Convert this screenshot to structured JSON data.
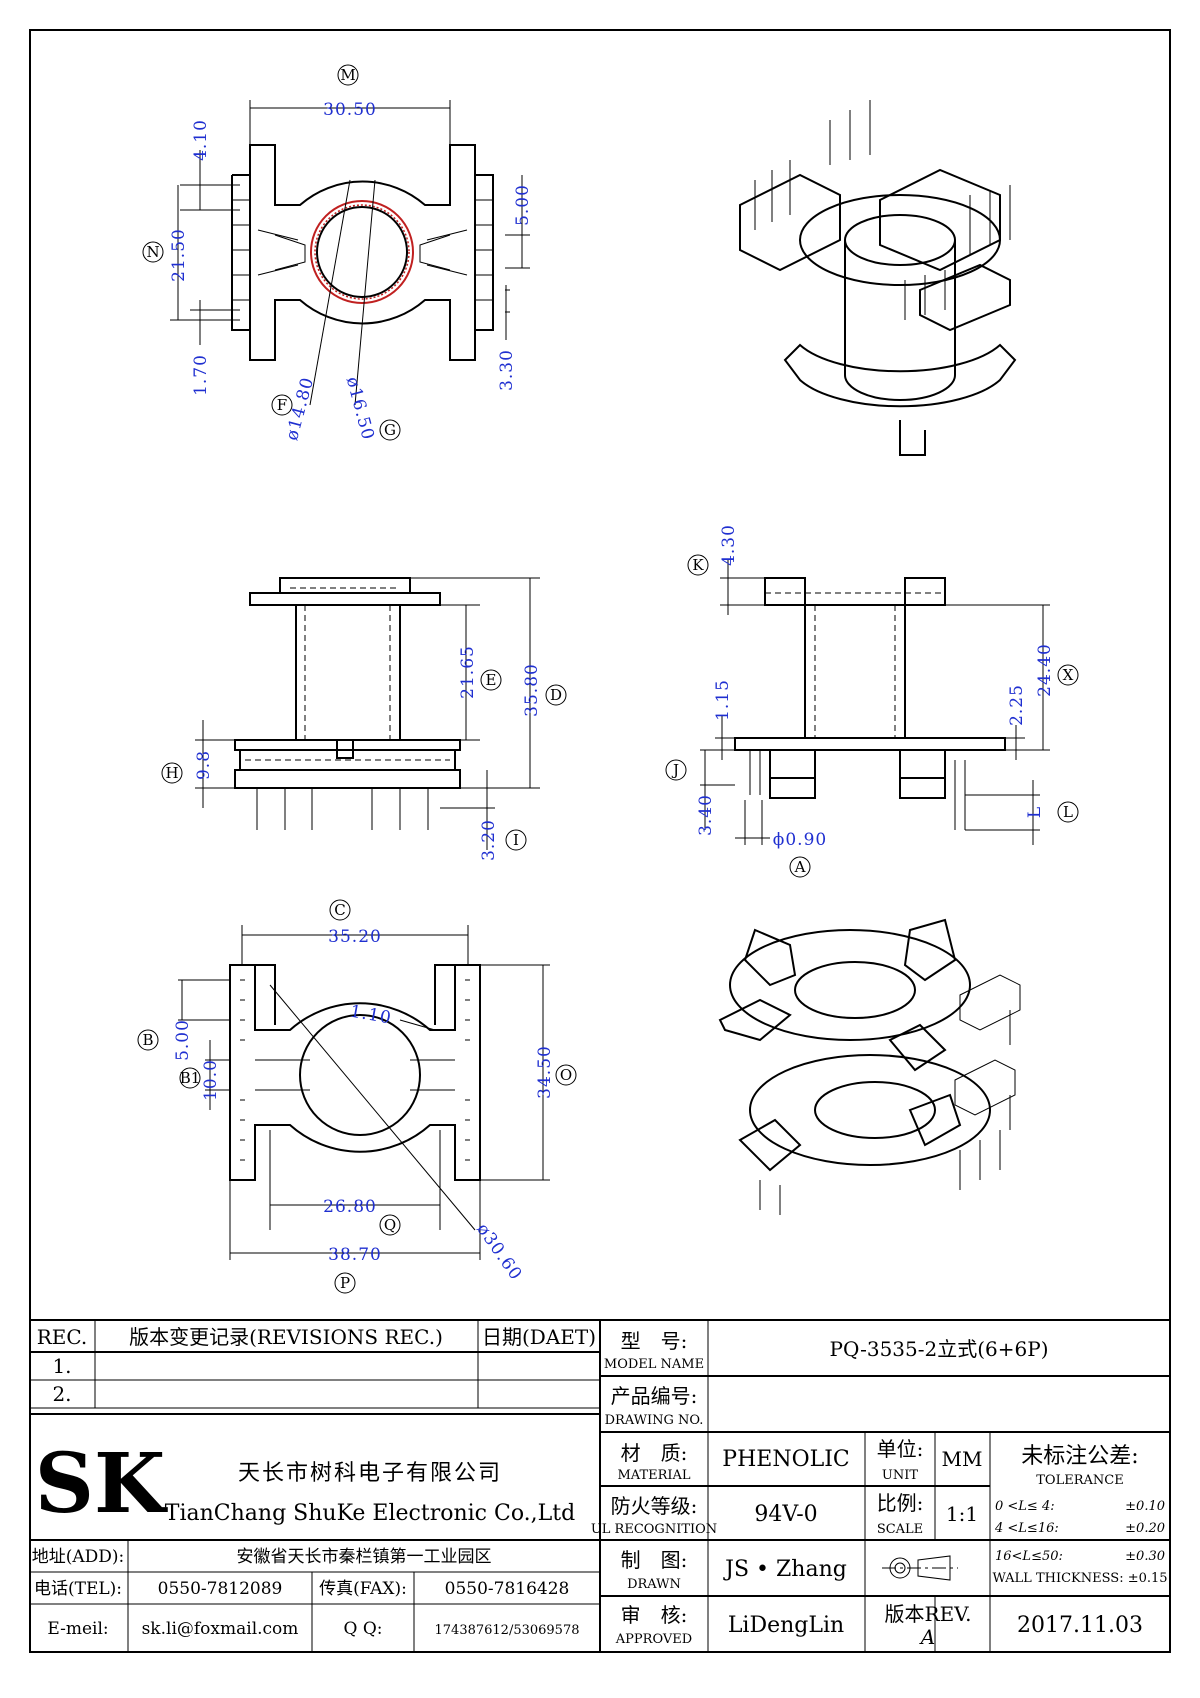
{
  "views": {
    "top": {
      "dims": {
        "width": "30.50",
        "h1": "4.10",
        "h2": "21.50",
        "h3": "1.70",
        "h4": "5.00",
        "h5": "3.30",
        "d1": "ø14.80",
        "d2": "ø16.50"
      },
      "callouts": {
        "M": "M",
        "N": "N",
        "F": "F",
        "G": "G"
      }
    },
    "front": {
      "dims": {
        "e": "21.65",
        "d": "35.80",
        "h": "9.8",
        "i": "3.20"
      },
      "callouts": {
        "E": "E",
        "D": "D",
        "H": "H",
        "I": "I"
      }
    },
    "side": {
      "dims": {
        "k": "4.30",
        "x": "24.40",
        "c2": "2.25",
        "c1": "1.15",
        "j": "3.40",
        "a": "ϕ0.90",
        "l": "L"
      },
      "callouts": {
        "K": "K",
        "X": "X",
        "J": "J",
        "A": "A",
        "L": "L"
      }
    },
    "bottom": {
      "dims": {
        "c": "35.20",
        "t": "1.10",
        "b": "5.00",
        "b1": "10.0",
        "o": "34.50",
        "q": "26.80",
        "p": "38.70",
        "d": "ø30.60"
      },
      "callouts": {
        "C": "C",
        "B": "B",
        "B1": "B1",
        "O": "O",
        "Q": "Q",
        "P": "P"
      }
    }
  },
  "title_block": {
    "rev_header": "REC.",
    "rev_desc_header": "版本变更记录(REVISIONS REC.)",
    "rev_date_header": "日期(DAET)",
    "rev_rows": [
      "1.",
      "2."
    ],
    "model_label_cn": "型　号:",
    "model_label_en": "MODEL NAME",
    "model_value": "PQ-3535-2立式(6+6P)",
    "drawing_label_cn": "产品编号:",
    "drawing_label_en": "DRAWING NO.",
    "drawing_value": "",
    "company_logo": "SK",
    "company_cn": "天长市树科电子有限公司",
    "company_en": "TianChang ShuKe Electronic Co.,Ltd",
    "material_label_cn": "材　质:",
    "material_label_en": "MATERIAL",
    "material_value": "PHENOLIC",
    "unit_label_cn": "单位:",
    "unit_label_en": "UNIT",
    "unit_value": "MM",
    "ul_label_cn": "防火等级:",
    "ul_label_en": "UL RECOGNITION",
    "ul_value": "94V-0",
    "scale_label_cn": "比例:",
    "scale_label_en": "SCALE",
    "scale_value": "1:1",
    "drawn_label_cn": "制　图:",
    "drawn_label_en": "DRAWN",
    "drawn_value": "JS • Zhang",
    "approved_label_cn": "审　核:",
    "approved_label_en": "APPROVED",
    "approved_value": "LiDengLin",
    "rev_label": "版本REV.",
    "rev_value": "A",
    "date_value": "2017.11.03",
    "tolerance_cn": "未标注公差:",
    "tolerance_en": "TOLERANCE",
    "tolerance_rows": [
      {
        "range": "0 <L≤ 4:",
        "value": "±0.10"
      },
      {
        "range": "4 <L≤16:",
        "value": "±0.20"
      },
      {
        "range": "16<L≤50:",
        "value": "±0.30"
      }
    ],
    "wall_thickness": "WALL THICKNESS: ±0.15",
    "address_label": "地址(ADD):",
    "address_value": "安徽省天长市秦栏镇第一工业园区",
    "tel_label": "电话(TEL):",
    "tel_value": "0550-7812089",
    "fax_label": "传真(FAX):",
    "fax_value": "0550-7816428",
    "email_label": "E-meil:",
    "email_value": "sk.li@foxmail.com",
    "qq_label": "Q Q:",
    "qq_value": "174387612/53069578"
  }
}
